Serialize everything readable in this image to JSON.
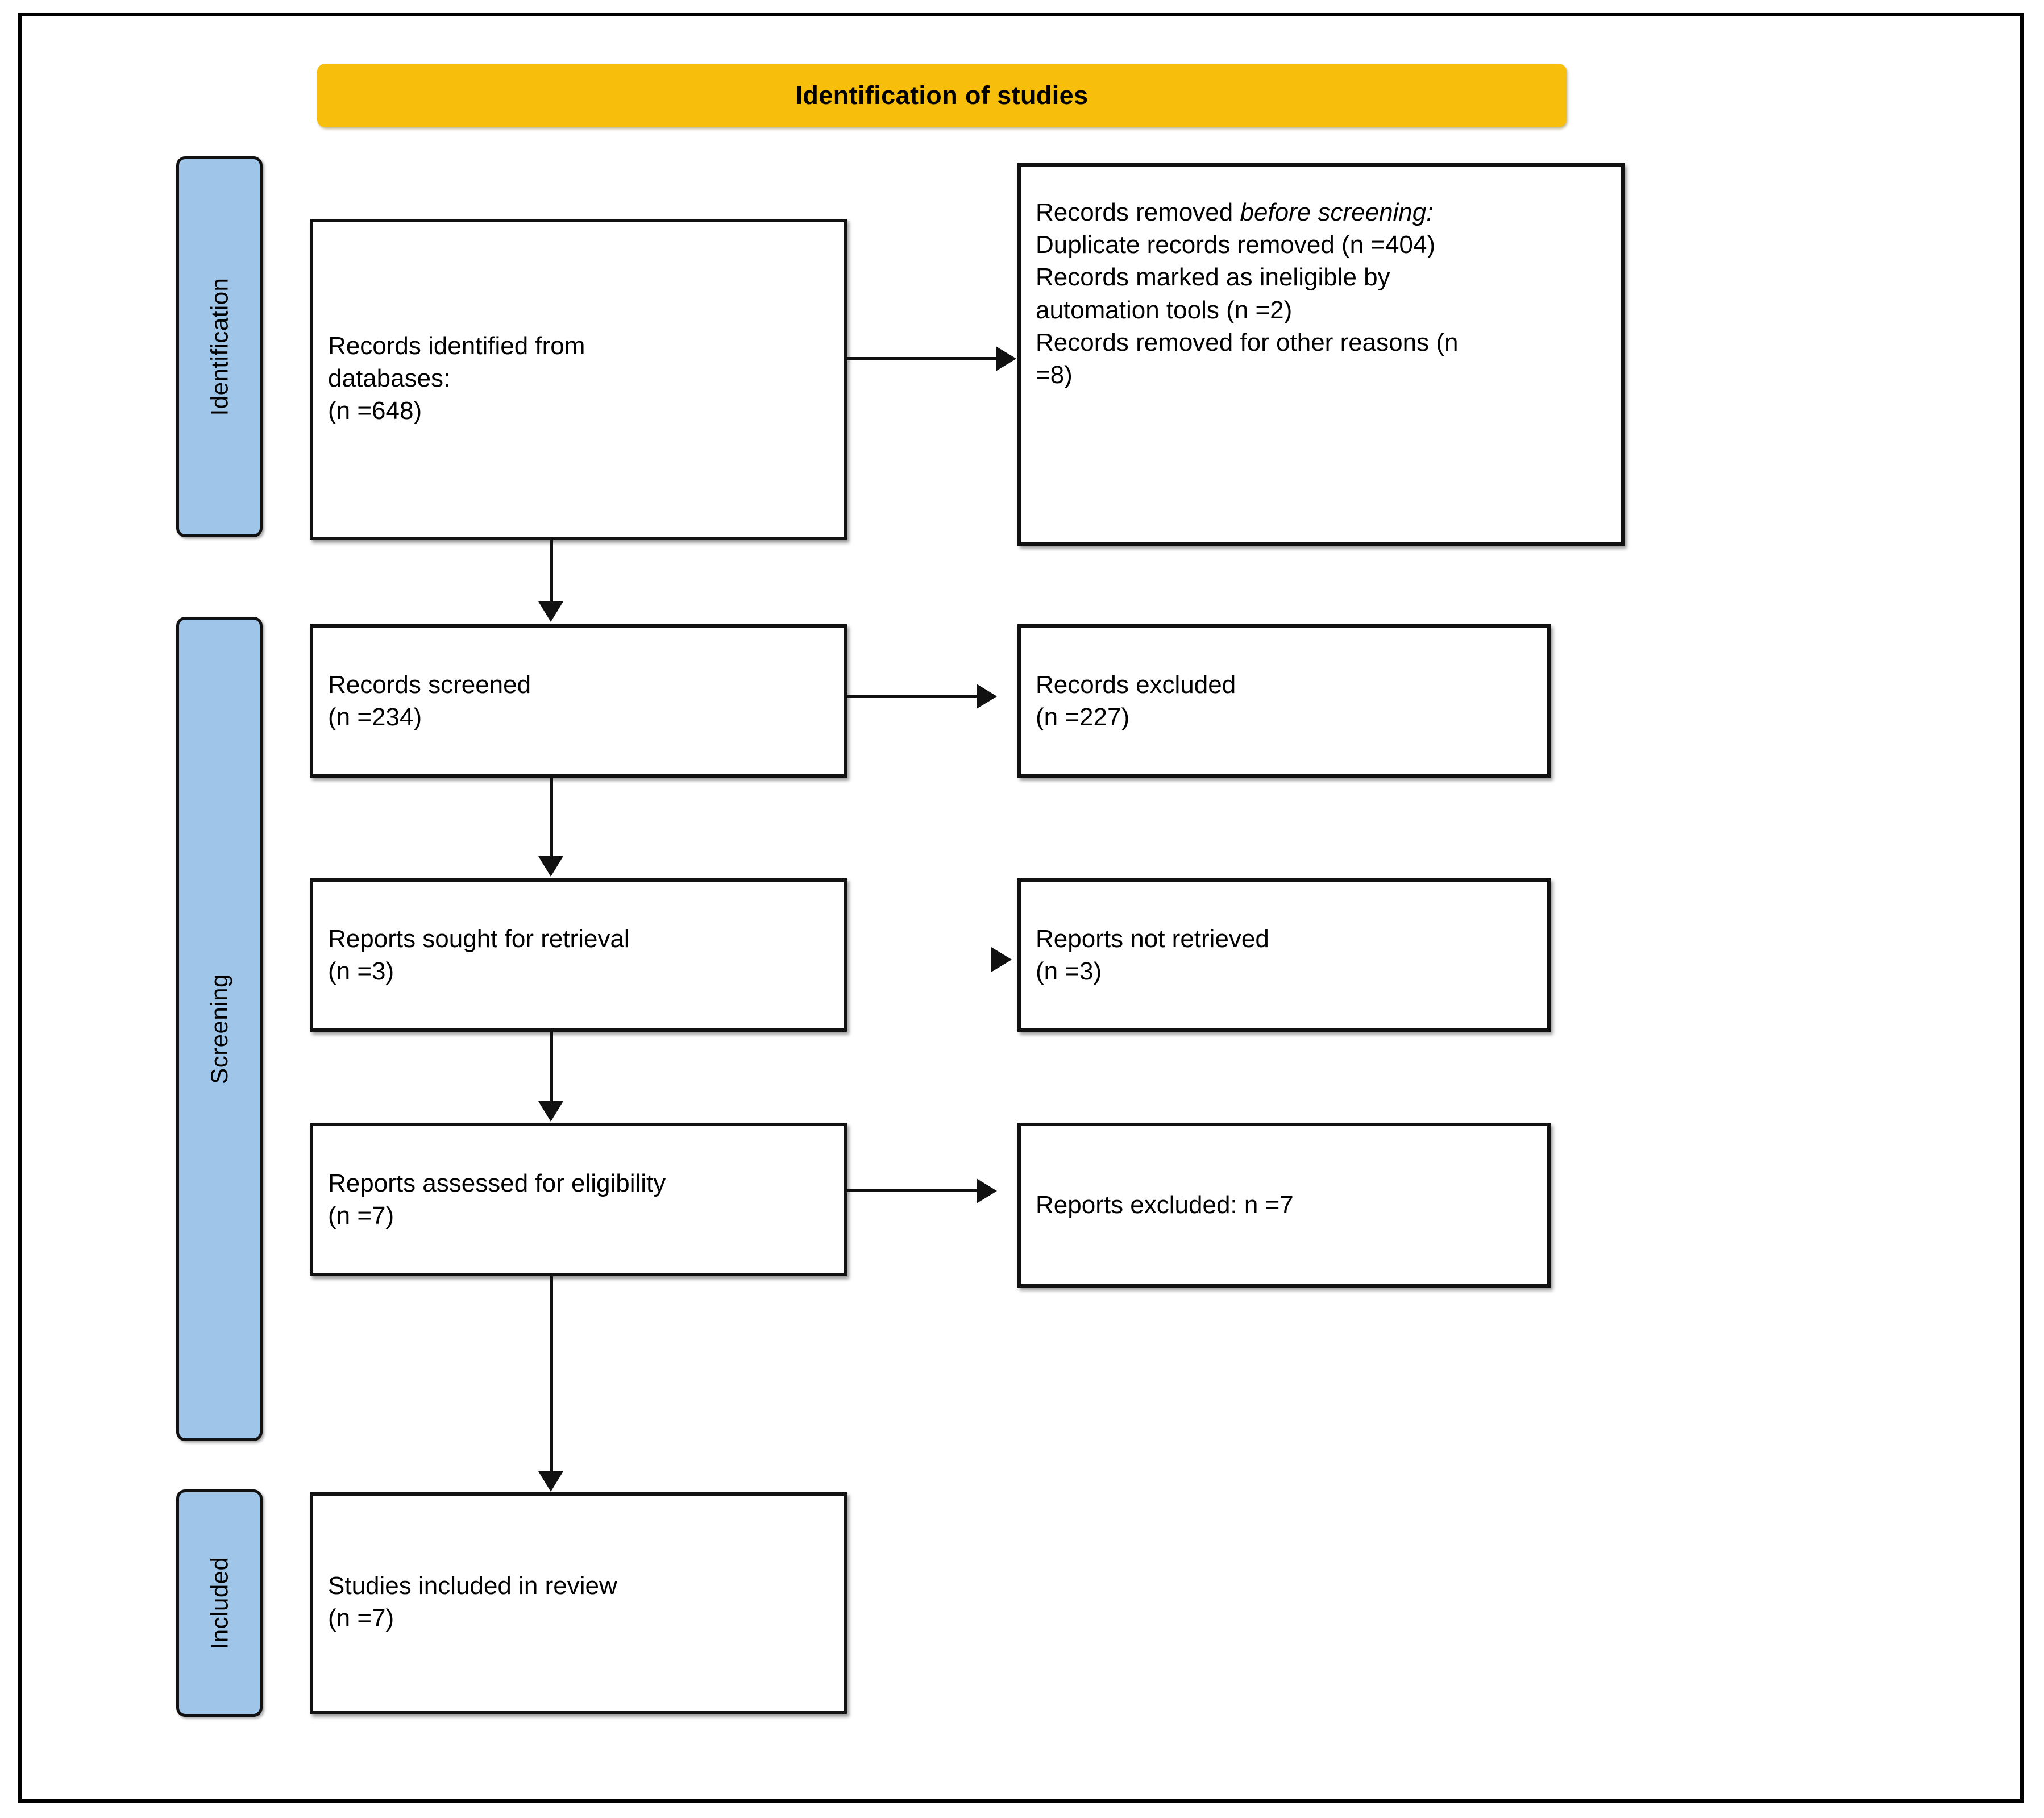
{
  "diagram": {
    "title": "Identification of studies",
    "type": "prisma-flow-diagram",
    "colors": {
      "banner": "#F7BE0C",
      "stage_pill": "#9FC5E8",
      "border": "#111111",
      "background": "#FFFFFF"
    }
  },
  "header": {
    "label": "Identification of studies"
  },
  "stages": [
    {
      "key": "identification",
      "label": "Identification"
    },
    {
      "key": "screening",
      "label": "Screening"
    },
    {
      "key": "included",
      "label": "Included"
    }
  ],
  "boxes": {
    "identified": {
      "text": "Records identified from\ndatabases:\n(n =648)",
      "n": 648
    },
    "removed_before_screening": {
      "heading": "Records removed ",
      "heading_italic": "before screening:",
      "lines": "Duplicate records removed (n =404)\nRecords marked as ineligible by\nautomation tools (n =2)\nRecords removed for other reasons (n\n=8)",
      "duplicates_n": 404,
      "ineligible_automation_n": 2,
      "other_reasons_n": 8
    },
    "screened": {
      "text": "Records screened\n(n =234)",
      "n": 234
    },
    "records_excluded": {
      "text": "Records excluded\n(n =227)",
      "n": 227
    },
    "sought_for_retrieval": {
      "text": "Reports sought for retrieval\n(n =3)",
      "n": 3
    },
    "not_retrieved": {
      "text": "Reports not retrieved\n(n =3)",
      "n": 3
    },
    "assessed_for_eligibility": {
      "text": "Reports assessed for eligibility\n(n =7)",
      "n": 7
    },
    "reports_excluded": {
      "text": "Reports excluded: n =7",
      "n": 7
    },
    "studies_included": {
      "text": "Studies included in review\n(n =7)",
      "n": 7
    }
  }
}
